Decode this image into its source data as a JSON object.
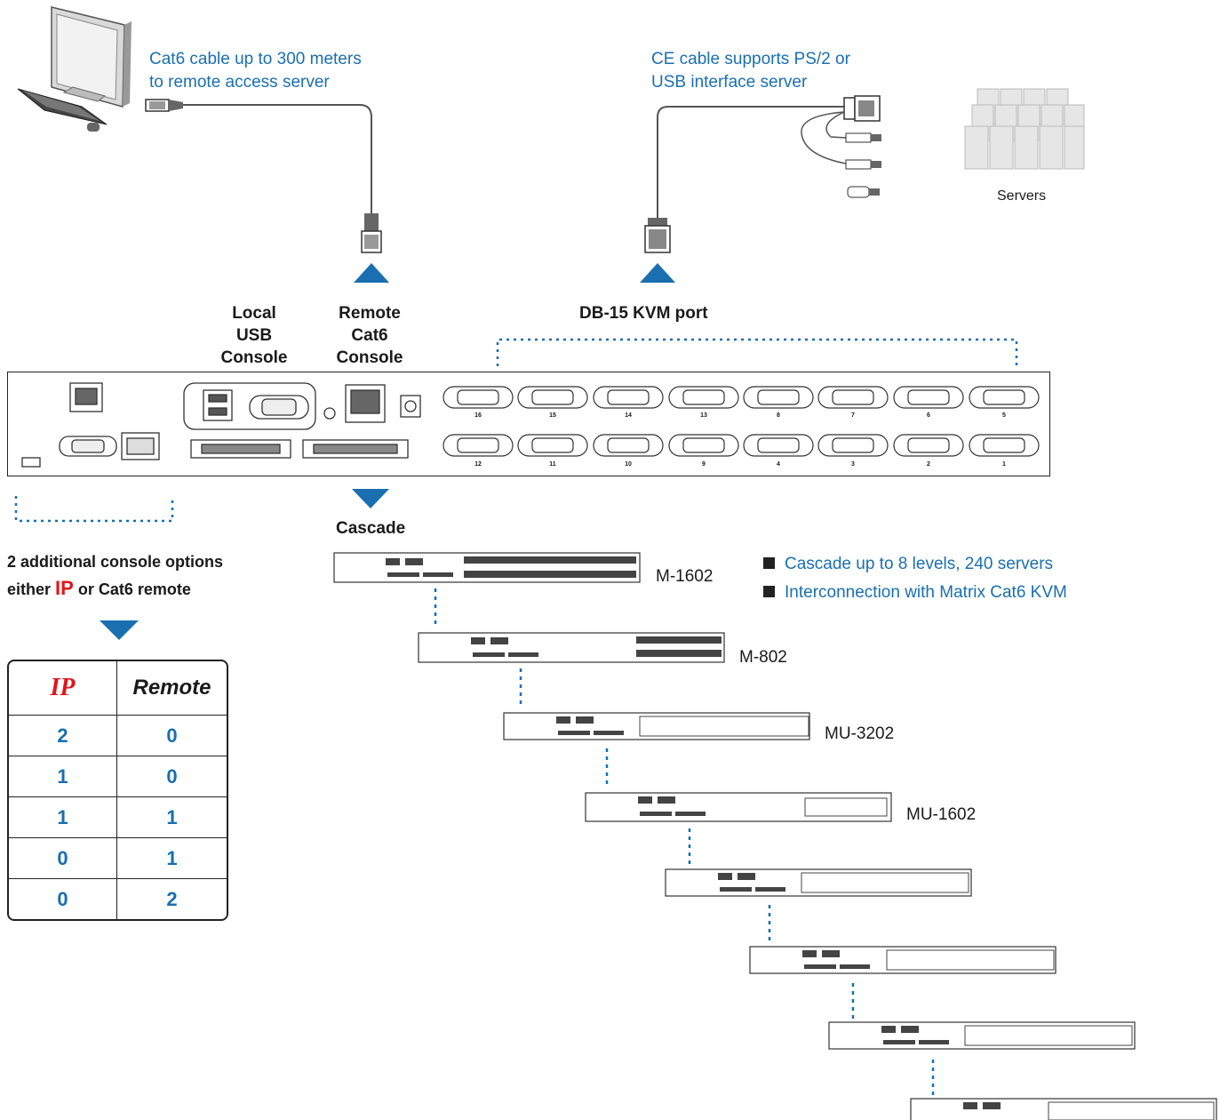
{
  "notes": {
    "cat6_note": [
      "Cat6 cable up to 300 meters",
      "to remote access server"
    ],
    "ce_note": [
      "CE cable supports PS/2 or",
      "USB interface server"
    ],
    "servers_label": "Servers"
  },
  "headers": {
    "local": [
      "Local",
      "USB",
      "Console"
    ],
    "remote": [
      "Remote",
      "Cat6",
      "Console"
    ],
    "db15": "DB-15 KVM port",
    "cascade": "Cascade"
  },
  "port_numbers": {
    "top_row": [
      "16",
      "15",
      "14",
      "13",
      "8",
      "7",
      "6",
      "5"
    ],
    "bottom_row": [
      "12",
      "11",
      "10",
      "9",
      "4",
      "3",
      "2",
      "1"
    ]
  },
  "console_options": {
    "line1": "2 additional console options",
    "line2_prefix": "either ",
    "line2_ip": "IP",
    "line2_suffix": " or Cat6 remote",
    "table": {
      "headers": [
        "IP",
        "Remote"
      ],
      "rows": [
        [
          "2",
          "0"
        ],
        [
          "1",
          "0"
        ],
        [
          "1",
          "1"
        ],
        [
          "0",
          "1"
        ],
        [
          "0",
          "2"
        ]
      ]
    }
  },
  "cascade_models": [
    "M-1602",
    "M-802",
    "MU-3202",
    "MU-1602"
  ],
  "bullets": [
    "Cascade up to 8 levels, 240 servers",
    "Interconnection with Matrix Cat6 KVM"
  ],
  "colors": {
    "accent": "#1a6fb0",
    "ip_red": "#e0161b",
    "arrow": "#1a6fb0"
  }
}
